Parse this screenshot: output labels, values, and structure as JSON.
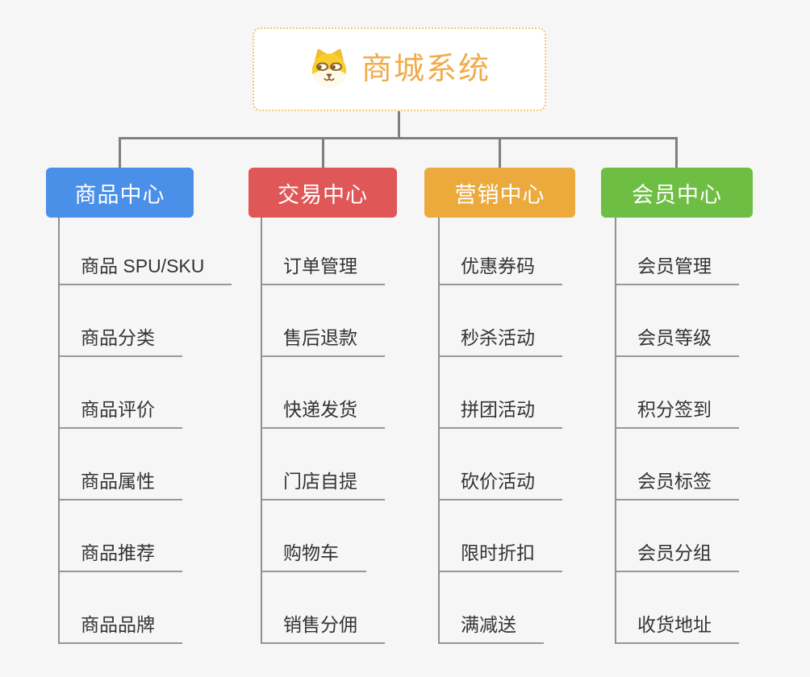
{
  "app": {
    "background_color": "#f6f6f6",
    "connector_color": "#7f7f7f",
    "leaf_line_color": "#909090",
    "leaf_text_color": "#333333"
  },
  "root": {
    "title": "商城系统",
    "icon": "shiba-dog-icon",
    "title_color": "#f0ac4a",
    "border_color": "#f2c473"
  },
  "branches": [
    {
      "label": "商品中心",
      "color": "#4a8fe8",
      "children": [
        "商品 SPU/SKU",
        "商品分类",
        "商品评价",
        "商品属性",
        "商品推荐",
        "商品品牌"
      ]
    },
    {
      "label": "交易中心",
      "color": "#e05757",
      "children": [
        "订单管理",
        "售后退款",
        "快递发货",
        "门店自提",
        "购物车",
        "销售分佣"
      ]
    },
    {
      "label": "营销中心",
      "color": "#ecaa3d",
      "children": [
        "优惠券码",
        "秒杀活动",
        "拼团活动",
        "砍价活动",
        "限时折扣",
        "满减送"
      ]
    },
    {
      "label": "会员中心",
      "color": "#6fbe44",
      "children": [
        "会员管理",
        "会员等级",
        "积分签到",
        "会员标签",
        "会员分组",
        "收货地址"
      ]
    }
  ]
}
